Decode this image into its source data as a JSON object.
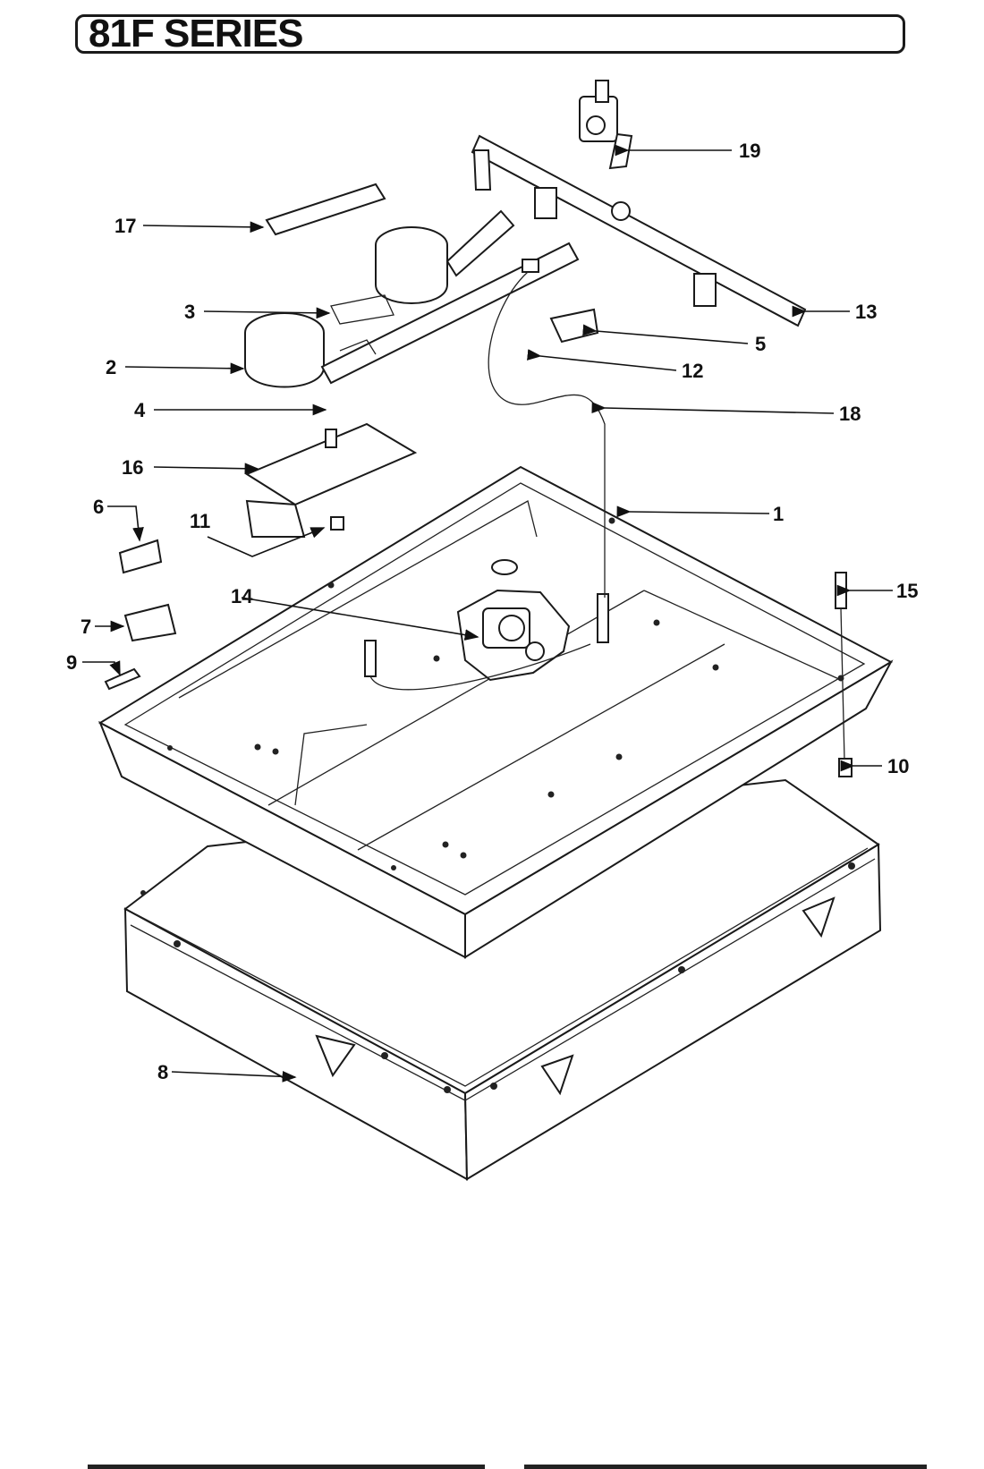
{
  "header": {
    "title": "81F SERIES"
  },
  "callouts": [
    "1",
    "2",
    "3",
    "4",
    "5",
    "6",
    "7",
    "8",
    "9",
    "10",
    "11",
    "12",
    "13",
    "14",
    "15",
    "16",
    "17",
    "18",
    "19"
  ]
}
